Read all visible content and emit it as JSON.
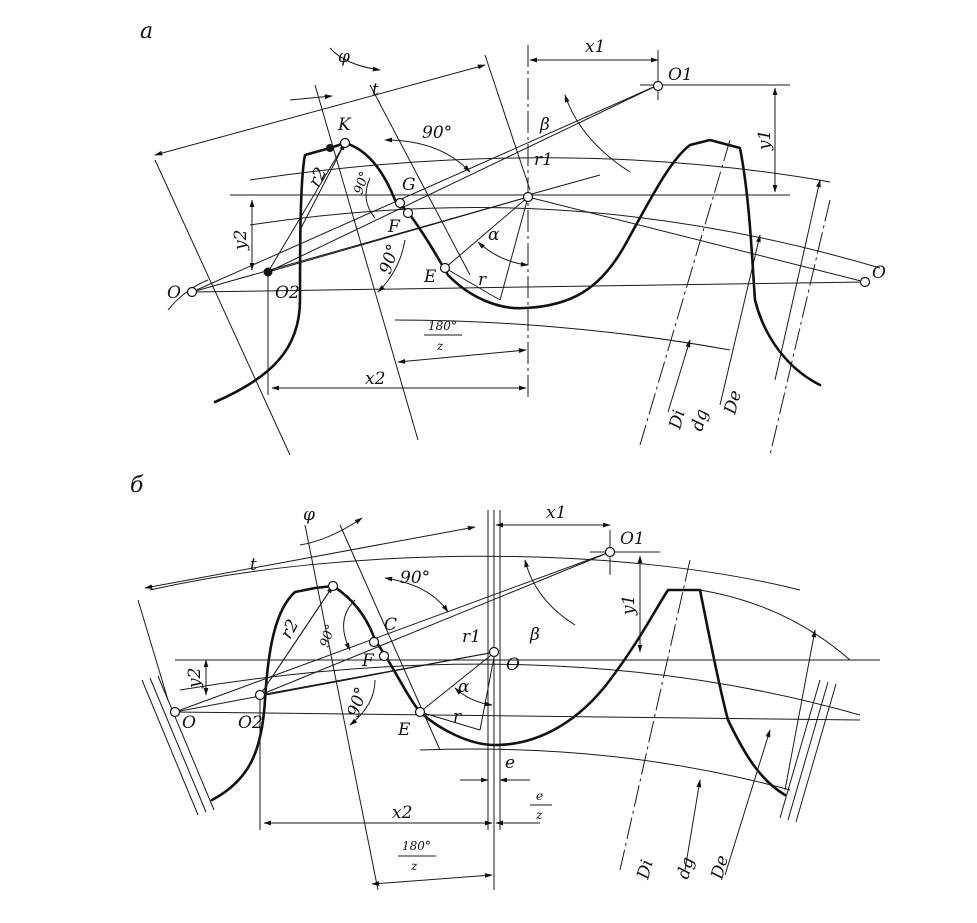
{
  "panels": [
    {
      "id": "a",
      "panel_label": "а",
      "points": {
        "O": "O",
        "O1": "O1",
        "O2": "O2",
        "K": "K",
        "G": "G",
        "F": "F",
        "E": "E"
      },
      "dims": {
        "x1": "x1",
        "y1": "y1",
        "x2": "x2",
        "y2": "y2",
        "t": "t",
        "r1": "r1",
        "r2": "r2",
        "r": "r"
      },
      "angles": {
        "phi": "φ",
        "alpha": "α",
        "beta": "β",
        "right1": "90°",
        "right2": "90°",
        "right3": "90°"
      },
      "frac": {
        "num": "180°",
        "den": "z"
      },
      "diameters": {
        "di": "Di",
        "dg": "dg",
        "de": "De"
      }
    },
    {
      "id": "b",
      "panel_label": "б",
      "points": {
        "O": "O",
        "O0": "O",
        "O1": "O1",
        "O2": "O2",
        "C": "C",
        "F": "F",
        "E": "E"
      },
      "dims": {
        "x1": "x1",
        "y1": "y1",
        "x2": "x2",
        "y2": "y2",
        "t": "t",
        "r1": "r1",
        "r2": "r2",
        "r": "r",
        "e": "e"
      },
      "angles": {
        "phi": "φ",
        "alpha": "α",
        "beta": "β",
        "right1": "90°",
        "right2": "90°",
        "right3": "90°"
      },
      "frac": {
        "num": "180°",
        "den": "z"
      },
      "frac_e": {
        "num": "e",
        "den": "z"
      },
      "diameters": {
        "di": "Di",
        "dg": "dg",
        "de": "De"
      }
    }
  ],
  "colors": {
    "ink": "#111111",
    "paper": "#ffffff"
  }
}
